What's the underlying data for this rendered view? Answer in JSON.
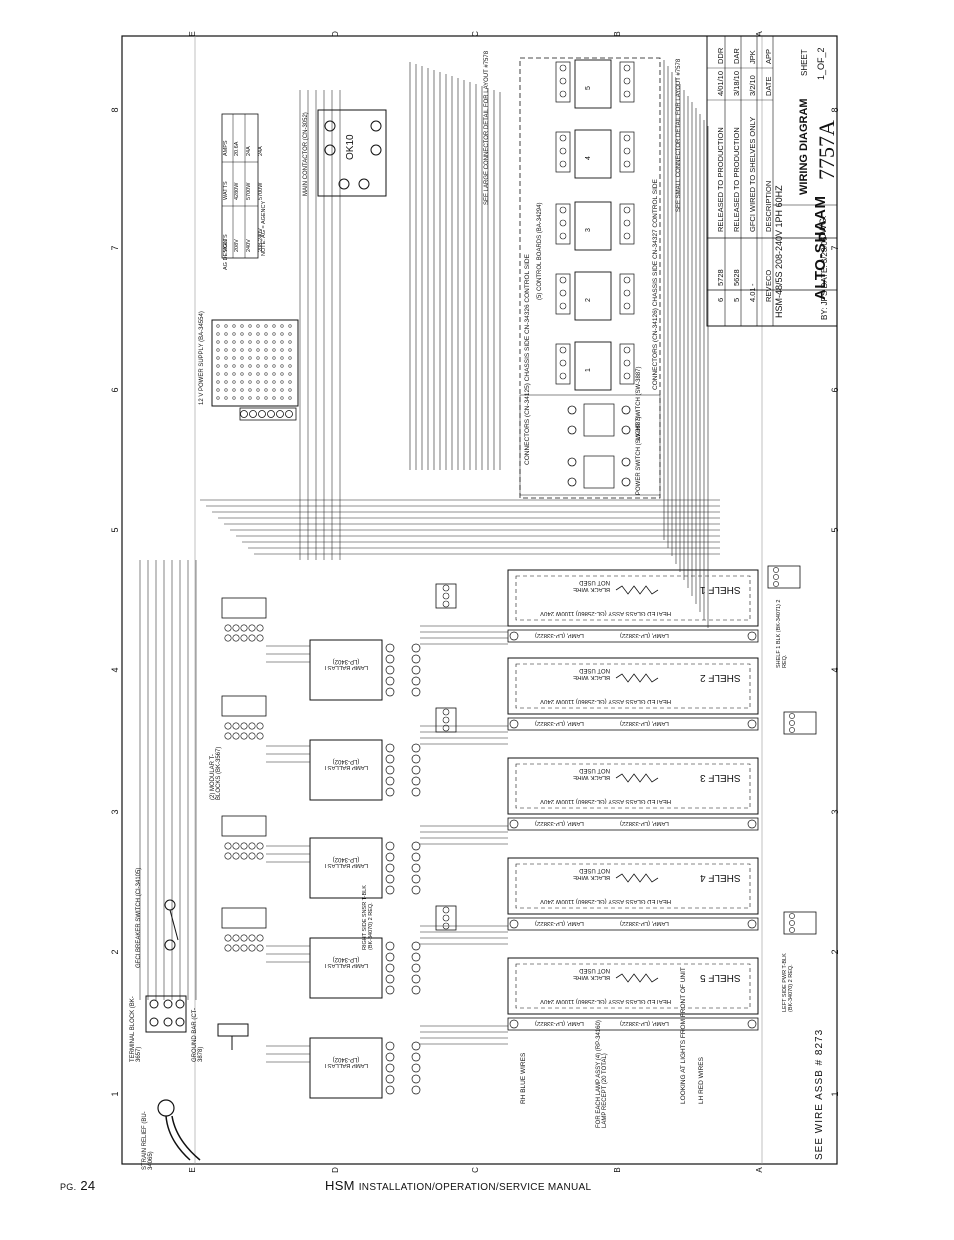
{
  "footer": {
    "page_prefix": "PG.",
    "page_number": "24",
    "manual_model": "HSM",
    "manual_title": "INSTALLATION/OPERATION/SERVICE MANUAL"
  },
  "grid": {
    "columns": [
      "8",
      "7",
      "6",
      "5",
      "4",
      "3",
      "2",
      "1"
    ],
    "rows": [
      "E",
      "D",
      "C",
      "B",
      "A"
    ]
  },
  "title_block": {
    "brand": "ALTO-SHAAM",
    "title": "WIRING DIAGRAM",
    "model": "HSM-48/5S 208-240V 1PH 60HZ",
    "dwg_label": "DWG:",
    "dwg_number": "7757A",
    "sheet_label": "SHEET",
    "sheet_value": "1_OF_2",
    "by": "BY: JPS DATE: 3/23/06",
    "see_wire": "SEE WIRE ASSB # 8273",
    "revision_headers": [
      "REV",
      "ECO",
      "DESCRIPTION",
      "DATE",
      "APP"
    ],
    "revisions": [
      {
        "rev": "6",
        "eco": "5728",
        "description": "RELEASED TO PRODUCTION",
        "date": "4/01/10",
        "app": "DDR"
      },
      {
        "rev": "5",
        "eco": "5628",
        "description": "RELEASED TO PRODUCTION",
        "date": "3/18/10",
        "app": "DAR"
      },
      {
        "rev": "4.01",
        "eco": "-",
        "description": "GFCI WIRED TO SHELVES ONLY",
        "date": "3/2/10",
        "app": "JPK"
      }
    ]
  },
  "spec_table": {
    "headers": [
      "VOLTS",
      "WATTS",
      "AMPS"
    ],
    "rows": [
      [
        "208V",
        "4280W",
        "20.6A"
      ],
      [
        "240V",
        "5700W",
        "24A"
      ],
      [
        "208-240V",
        "5700W",
        "24A"
      ]
    ],
    "note": "NOTE: AG = AGENCY",
    "design": "AG DESIGN"
  },
  "components": {
    "main_contactor": "MAIN CONTACTOR (CN-3052)",
    "contactor_label": "OK10",
    "power_supply": "12 V POWER SUPPLY (BA-34554)",
    "control_boards": "(5) CONTROL BOARDS (BA-34294)",
    "light_switch": "LIGHT SWITCH (SW-3887)",
    "power_switch": "POWER SWITCH (SW-3887)",
    "large_connector": "SEE LARGE CONNECTOR DETAIL FOR LAYOUT #7578",
    "small_connector": "SEE SMALL CONNECTOR DETAIL FOR LAYOUT #7578",
    "connectors_1": "CONNECTORS (CN-34125) CHASSIS SIDE CN-34326 CONTROL SIDE",
    "connectors_2": "CONNECTORS (CN-34126) CHASSIS SIDE CN-34327 CONTROL SIDE",
    "terminal_block": "TERMINAL BLOCK (BK-3657)",
    "ground_bar": "GROUND BAR (CT-3878)",
    "strain_relief": "STRAIN RELIEF (BU-34065)",
    "gfci": "GFCI BREAKER SWITCH (CI-34105)",
    "modular_blocks": "(2) MODULAR T-BLOCKS (BK-3567)",
    "right_side": "RIGHT SIDE SNSR T-BLK (BK-34070) 2 REQ.",
    "left_side": "LEFT SIDE PWR T-BLK (BK-34070) 2 REQ.",
    "shelf1_blk": "SHELF 1 BLK (BK-34071) 2 REQ.",
    "lamp_ballast": "LAMP BALLAST (LP-3402)",
    "lamp": "LAMP, (LP-33822)",
    "heated_glass": "HEATED GLASS ASSY (GL-25860) 1100W 240V",
    "black_wire": "BLACK WIRE NOT USED",
    "looking": "LOOKING AT LIGHTS FROM FRONT OF UNIT",
    "lh_wires": "LH RED WIRES",
    "rh_wires": "RH BLUE WIRES",
    "lamp_recept": "FOR EACH LAMP ASSY (4) (RP-34160) LAMP RECEPT (20 TOTAL)"
  },
  "shelves": [
    "SHELF 1",
    "SHELF 2",
    "SHELF 3",
    "SHELF 4",
    "SHELF 5"
  ],
  "boards": [
    "1",
    "2",
    "3",
    "4",
    "5"
  ]
}
